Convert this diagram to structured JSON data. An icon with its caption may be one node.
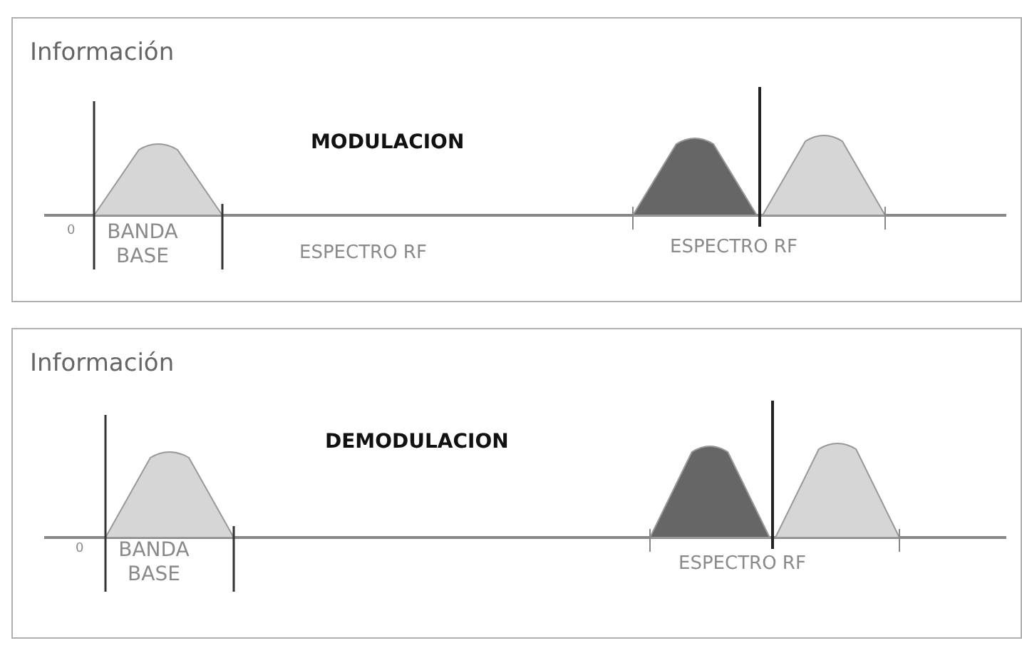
{
  "diagram": {
    "nodes": [
      {
        "text": [
          "Información"
        ]
      },
      {
        "text": [
          "Información"
        ]
      }
    ],
    "labels": [
      "MODULACION",
      "0",
      "BANDA BASE",
      "ESPECTRO RF",
      "ESPECTRO RF",
      "DEMODULACION",
      "0",
      "BANDA BASE",
      "ESPECTRO RF"
    ]
  }
}
